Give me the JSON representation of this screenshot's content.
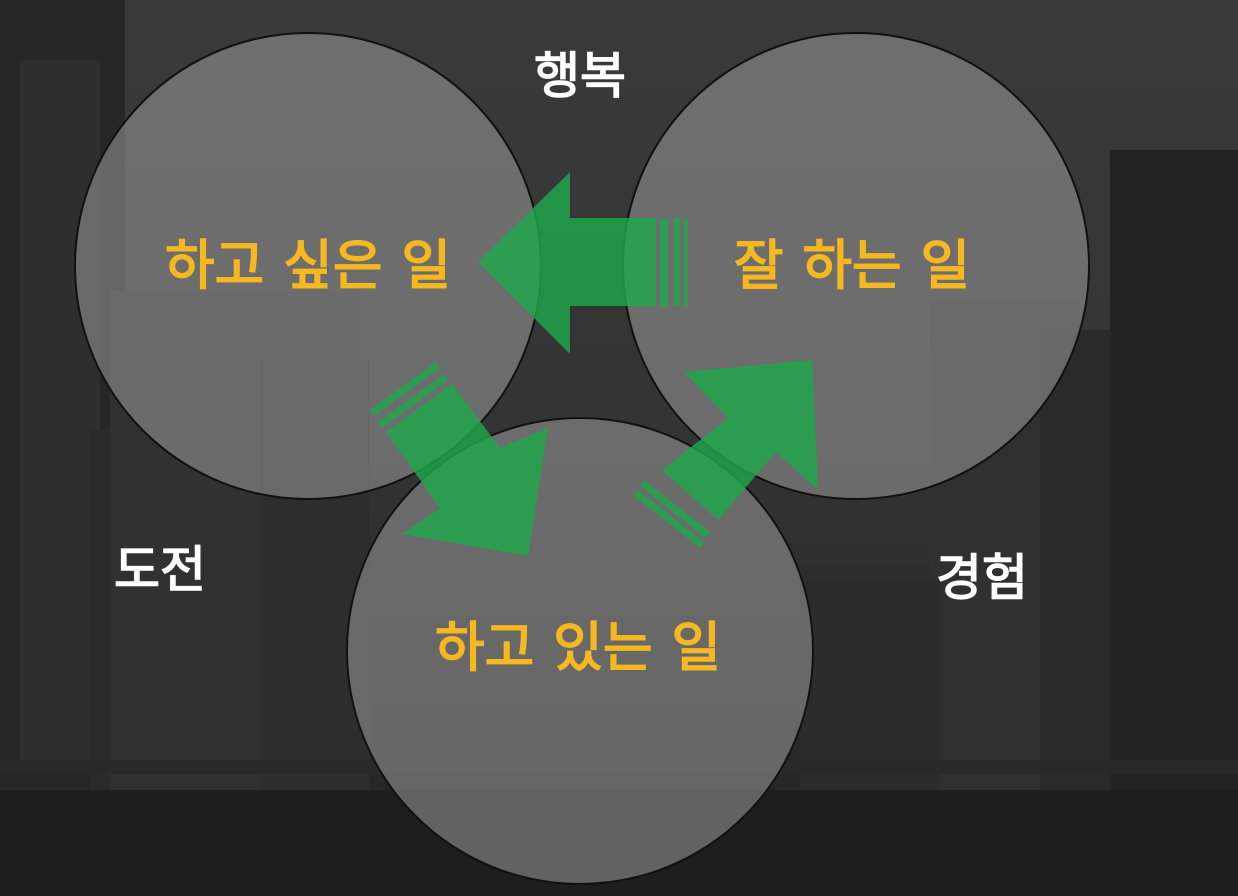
{
  "circles": {
    "want_label": "하고 싶은 일",
    "good_label": "잘 하는 일",
    "doing_label": "하고 있는 일"
  },
  "outer": {
    "top_label": "행복",
    "left_label": "도전",
    "right_label": "경험"
  },
  "colors": {
    "circle_text": "#f5b820",
    "outer_text": "#ffffff",
    "arrow": "#1ea84a",
    "circle_fill": "#9a9a9a",
    "background": "#2b2b2b"
  },
  "icons": [
    "arrow-left-icon",
    "arrow-down-right-icon",
    "arrow-up-right-icon"
  ]
}
